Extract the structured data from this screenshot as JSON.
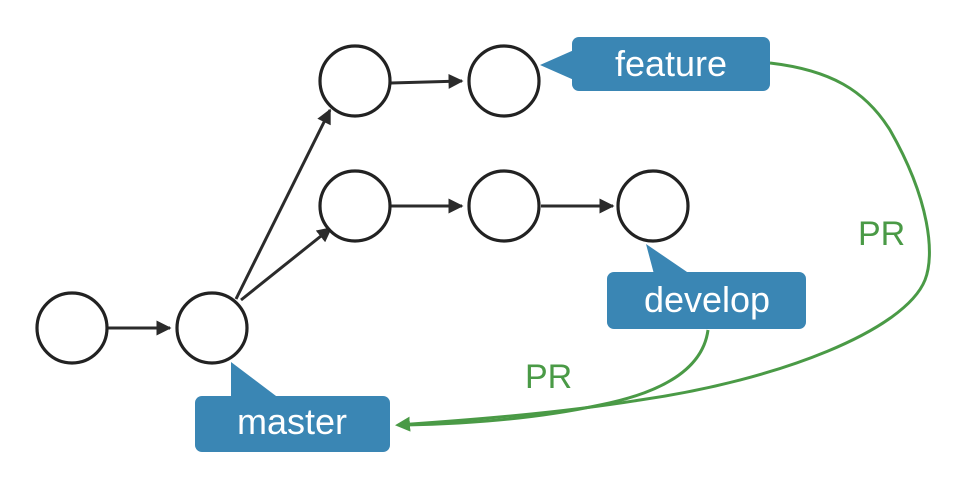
{
  "branches": {
    "feature": "feature",
    "develop": "develop",
    "master": "master"
  },
  "pull_requests": {
    "from_feature": "PR",
    "from_develop": "PR"
  },
  "colors": {
    "branch_label": "#3a86b4",
    "pr": "#4a9a46",
    "commit_stroke": "#222222"
  }
}
